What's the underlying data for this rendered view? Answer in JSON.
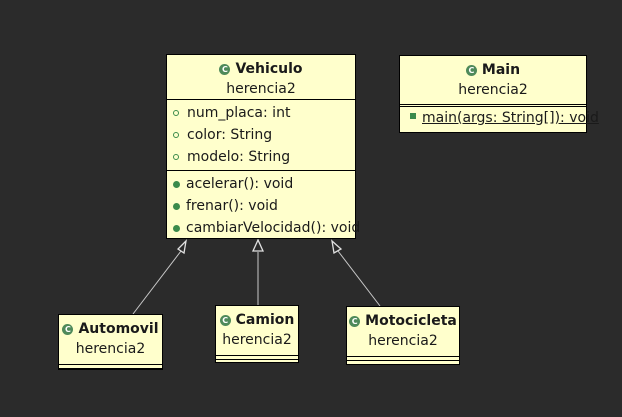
{
  "classes": {
    "vehiculo": {
      "name": "Vehiculo",
      "package": "herencia2",
      "attributes": [
        "num_placa: int",
        "color: String",
        "modelo: String"
      ],
      "operations": [
        "acelerar(): void",
        "frenar(): void",
        "cambiarVelocidad(): void"
      ]
    },
    "main": {
      "name": "Main",
      "package": "herencia2",
      "operations": [
        "main(args: String[]): void"
      ]
    },
    "automovil": {
      "name": "Automovil",
      "package": "herencia2"
    },
    "camion": {
      "name": "Camion",
      "package": "herencia2"
    },
    "motocicleta": {
      "name": "Motocicleta",
      "package": "herencia2"
    }
  },
  "icon": "class-c-icon",
  "colors": {
    "background": "#2b2b2b",
    "class_fill": "#ffffcc",
    "icon_green": "#4f8a5a",
    "edge": "#c8c8c8"
  }
}
